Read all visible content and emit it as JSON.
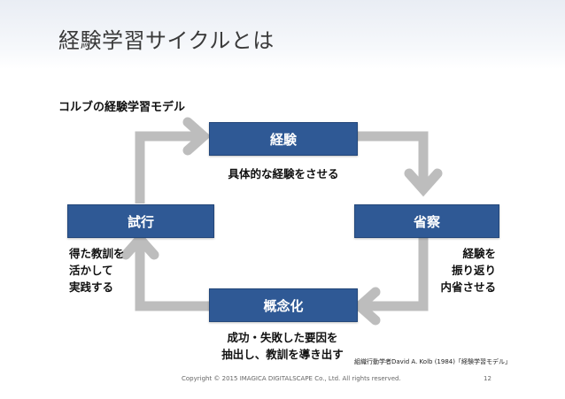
{
  "title": "経験学習サイクルとは",
  "subtitle": "コルブの経験学習モデル",
  "nodes": {
    "experience": {
      "label": "経験"
    },
    "reflection": {
      "label": "省察"
    },
    "concept": {
      "label": "概念化"
    },
    "trial": {
      "label": "試行"
    }
  },
  "captions": {
    "experience": [
      "具体的な経験をさせる"
    ],
    "reflection": [
      "経験を",
      "振り返り",
      "内省させる"
    ],
    "concept": [
      "成功・失敗した要因を",
      "抽出し、教訓を導き出す"
    ],
    "trial": [
      "得た教訓を",
      "活かして",
      "実践する"
    ]
  },
  "reference": "組織行動学者David A. Kolb (1984)「経験学習モデル」",
  "footer": {
    "copyright": "Copyright © 2015 IMAGICA DIGITALSCAPE Co., Ltd. All rights reserved.",
    "page": "12"
  },
  "colors": {
    "box": "#2f5995",
    "arrow": "#bdbdbd"
  }
}
